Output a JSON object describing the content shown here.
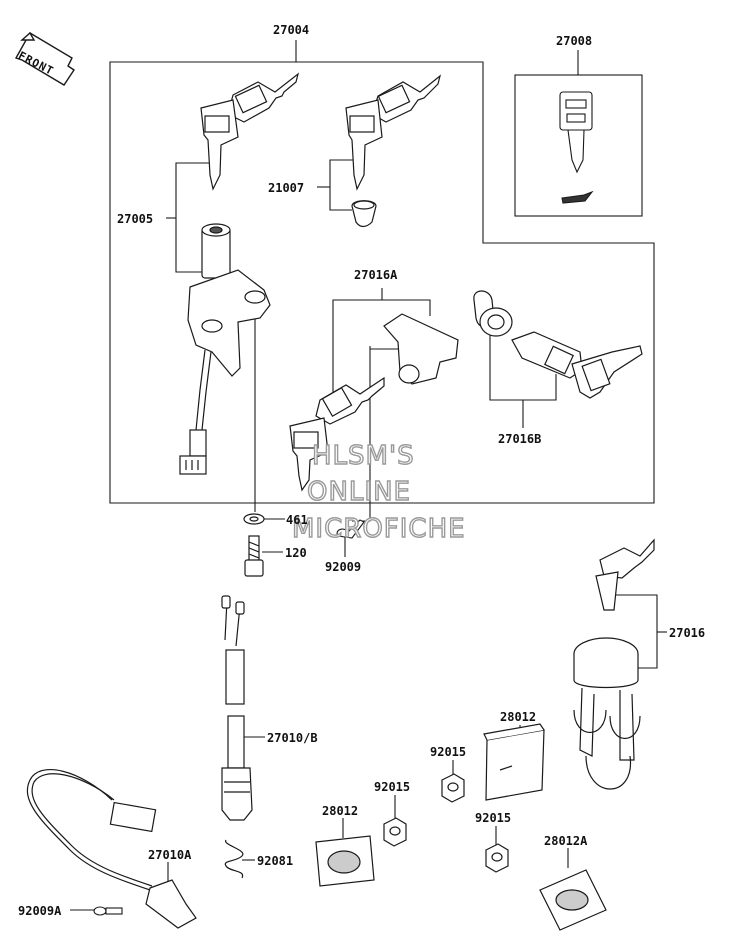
{
  "orientation_badge": {
    "text": "FRONT",
    "icon": "front-arrow-icon"
  },
  "watermark": {
    "lines": [
      "HLSM'S",
      "ONLINE",
      "MICROFICHE"
    ]
  },
  "labels": {
    "p27004": "27004",
    "p27008": "27008",
    "p27005": "27005",
    "p21007": "21007",
    "p27016A": "27016A",
    "p27016B": "27016B",
    "p461": "461",
    "p120": "120",
    "p92009": "92009",
    "p27016": "27016",
    "p27010B": "27010/B",
    "p28012_right": "28012",
    "p92015_mid": "92015",
    "p92015_left": "92015",
    "p28012_left": "28012",
    "p92015_low": "92015",
    "p28012A": "28012A",
    "p27010A": "27010A",
    "p92081": "92081",
    "p92009A": "92009A"
  },
  "colors": {
    "line": "#1a1a1a",
    "part_fill": "#ffffff",
    "watermark_stroke": "#9a9a9a"
  }
}
